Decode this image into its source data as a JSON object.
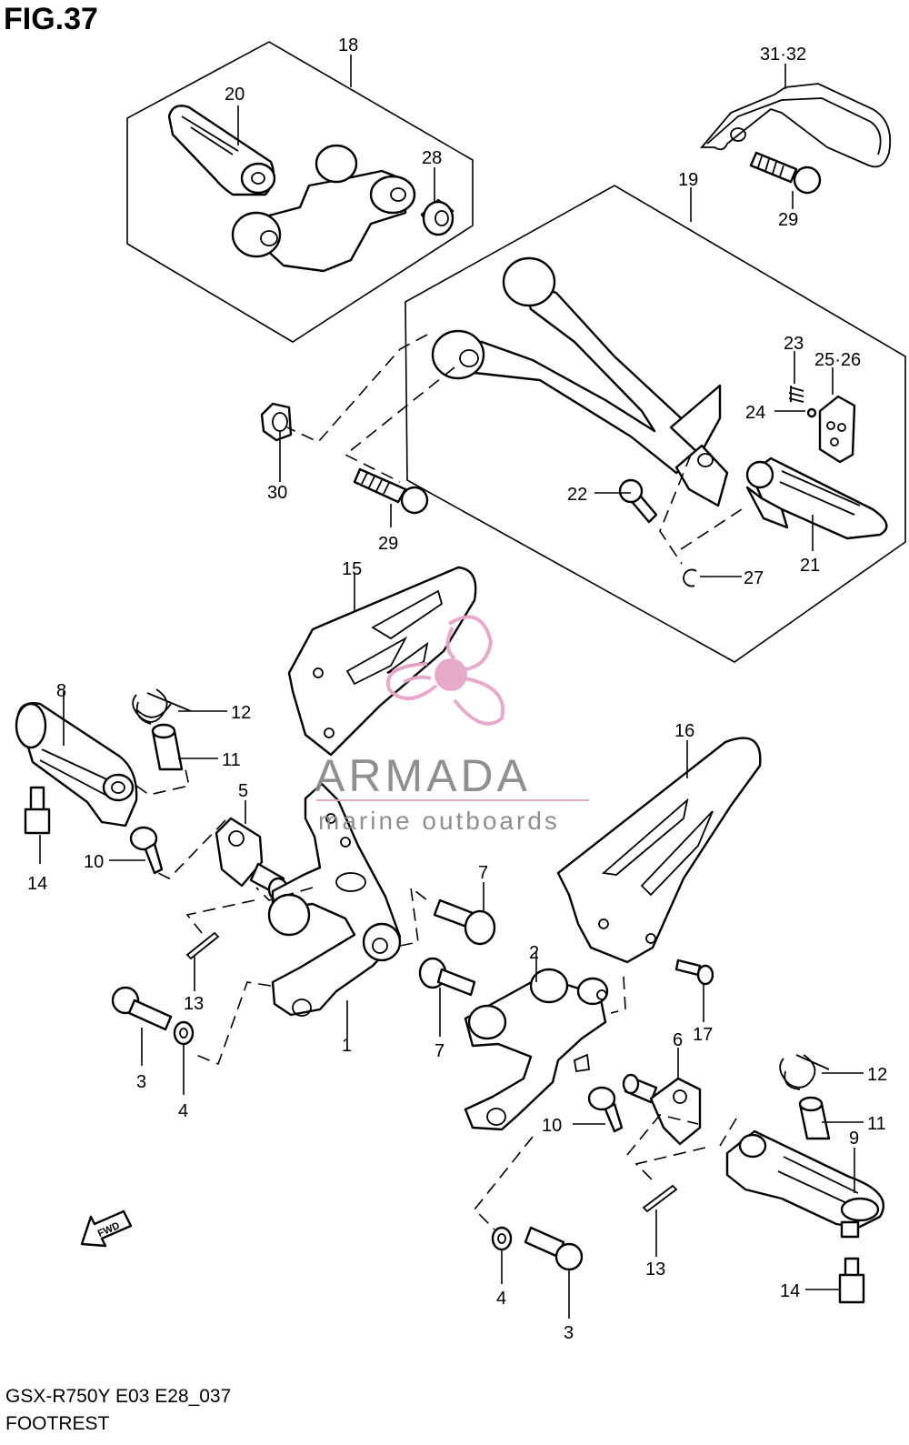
{
  "header": {
    "figure_label": "FIG.37"
  },
  "footer": {
    "model_code": "GSX-R750Y E03 E28_037",
    "section_name": "FOOTREST"
  },
  "watermark": {
    "brand": "ARMADA",
    "tagline": "marine outboards",
    "logo_color": "#e6a6c8",
    "text_color": "#8a8a8a"
  },
  "fwd_arrow": {
    "label": "FWD"
  },
  "callouts": [
    {
      "id": "c18",
      "label": "18"
    },
    {
      "id": "c20",
      "label": "20"
    },
    {
      "id": "c28",
      "label": "28"
    },
    {
      "id": "c31",
      "label": "31·32"
    },
    {
      "id": "c29a",
      "label": "29"
    },
    {
      "id": "c19",
      "label": "19"
    },
    {
      "id": "c23",
      "label": "23"
    },
    {
      "id": "c25",
      "label": "25·26"
    },
    {
      "id": "c24",
      "label": "24"
    },
    {
      "id": "c30",
      "label": "30"
    },
    {
      "id": "c29b",
      "label": "29"
    },
    {
      "id": "c22",
      "label": "22"
    },
    {
      "id": "c21",
      "label": "21"
    },
    {
      "id": "c27",
      "label": "27"
    },
    {
      "id": "c15",
      "label": "15"
    },
    {
      "id": "c8",
      "label": "8"
    },
    {
      "id": "c12a",
      "label": "12"
    },
    {
      "id": "c11a",
      "label": "11"
    },
    {
      "id": "c5",
      "label": "5"
    },
    {
      "id": "c14a",
      "label": "14"
    },
    {
      "id": "c10a",
      "label": "10"
    },
    {
      "id": "c16",
      "label": "16"
    },
    {
      "id": "c7a",
      "label": "7"
    },
    {
      "id": "c13a",
      "label": "13"
    },
    {
      "id": "c2",
      "label": "2"
    },
    {
      "id": "c17",
      "label": "17"
    },
    {
      "id": "c1",
      "label": "1"
    },
    {
      "id": "c3a",
      "label": "3"
    },
    {
      "id": "c4a",
      "label": "4"
    },
    {
      "id": "c7b",
      "label": "7"
    },
    {
      "id": "c6",
      "label": "6"
    },
    {
      "id": "c12b",
      "label": "12"
    },
    {
      "id": "c11b",
      "label": "11"
    },
    {
      "id": "c10b",
      "label": "10"
    },
    {
      "id": "c9",
      "label": "9"
    },
    {
      "id": "c13b",
      "label": "13"
    },
    {
      "id": "c4b",
      "label": "4"
    },
    {
      "id": "c14b",
      "label": "14"
    },
    {
      "id": "c3b",
      "label": "3"
    }
  ]
}
